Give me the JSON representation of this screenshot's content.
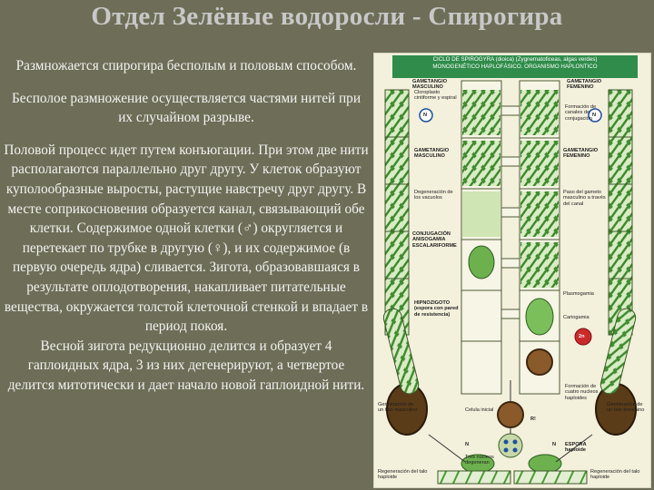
{
  "slide": {
    "title": "Отдел Зелёные водоросли - Спирогира",
    "paragraphs": [
      "Размножается спирогира бесполым и половым способом.",
      "Бесполое размножение осуществляется частями нитей при их случайном разрыве.",
      "Половой процесс идет путем конъюгации. При этом две нити располагаются параллельно друг другу. У клеток образуют куполообразные выросты, растущие навстречу друг другу. В месте соприкосновения образуется канал, связывающий обе клетки. Содержимое одной клетки (♂) округляется и перетекает по трубке в другую (♀), и их содержимое (в первую очередь ядра) сливается. Зигота, образовавшаяся в результате оплодотворения, накапливает питательные вещества, окружается толстой клеточной стенкой и впадает в период покоя.",
      "Весной зигота редукционно делится и образует 4 гаплоидных ядра, 3 из них дегенерируют, а четвертое делится митотически и дает начало новой гаплоидной нити."
    ]
  },
  "figure": {
    "header_line1": "CICLO DE SPIROGYRA (dioica) (Zygnematoficeas, algas verdes)",
    "header_line2": "MONOGENÉTICO HAPLOFÁSICO. ORGANISMO HAPLONTICO",
    "labels": {
      "gam_masc": "GAMETANGIO MASCULINO",
      "gam_fem": "GAMETANGIO FEMENINO",
      "cloroplasto": "Cloroplasto cintiforme y espiral",
      "n_left": "N",
      "n_right": "N",
      "formacion": "Formación de canales de conjugación",
      "gam_masc2": "GAMETANGIO MASCULINO",
      "gam_fem2": "GAMETANGIO FEMENINO",
      "degeneracion": "Degeneración de los vacuolos",
      "plasmogamia": "Paso del gameto masculino a través del canal",
      "conjugacion": "CONJUGACIÓN ANISOGAMIA ESCALARIFORME",
      "plasmogamia2": "Plasmogamia",
      "zigoto": "HIPNOZIGOTO (espora con pared de resistencia)",
      "cariogamia": "Cariogamia",
      "two_n": "2n",
      "germinacion": "Germinación de un talo masculino",
      "germinacion2": "Germinación de un talo femenino",
      "celulas": "Celula inicial",
      "formacion4": "Formación de cuatro nucleos haploides",
      "meiosis": "R!",
      "n_bottom_left": "N",
      "n_bottom_right": "N",
      "espora": "ESPORA haploide",
      "tres": "Tres núcleos degeneran",
      "regeneracion": "Regeneración del talo haploide",
      "regeneracion2": "Regeneración del talo haploide"
    }
  },
  "colors": {
    "background": "#6e6e58",
    "title": "#c8c8c8",
    "text": "#f2f2f2",
    "figure_bg": "#f3f0dc",
    "header_green": "#2f8c4a",
    "cell_green": "#5fa447",
    "zygote_brown": "#5a3c18"
  }
}
